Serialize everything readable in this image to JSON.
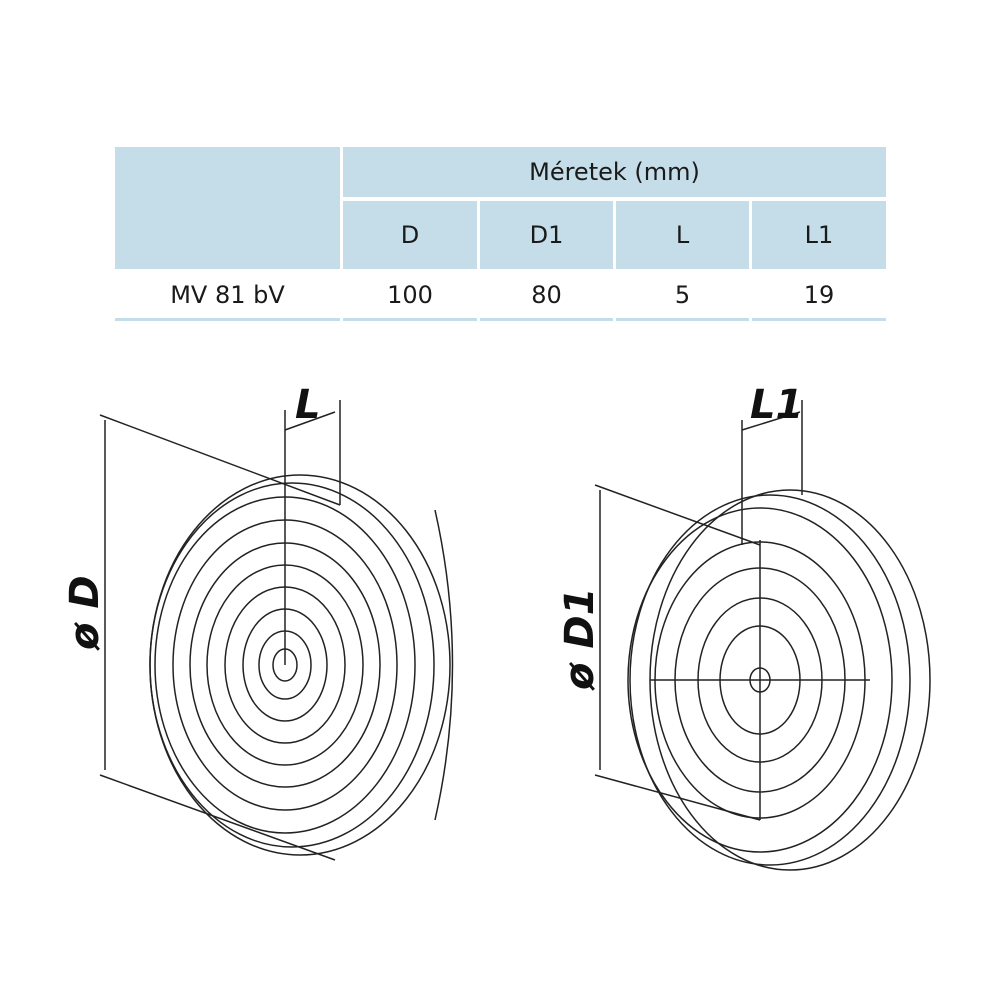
{
  "table": {
    "group_header": "Méretek (mm)",
    "columns": [
      "D",
      "D1",
      "L",
      "L1"
    ],
    "rows": [
      {
        "model": "MV 81 bV",
        "values": [
          "100",
          "80",
          "5",
          "19"
        ]
      }
    ]
  },
  "drawing": {
    "left_labels": {
      "diameter": "ø D",
      "length": "L"
    },
    "right_labels": {
      "diameter": "ø D1",
      "length": "L1"
    }
  }
}
